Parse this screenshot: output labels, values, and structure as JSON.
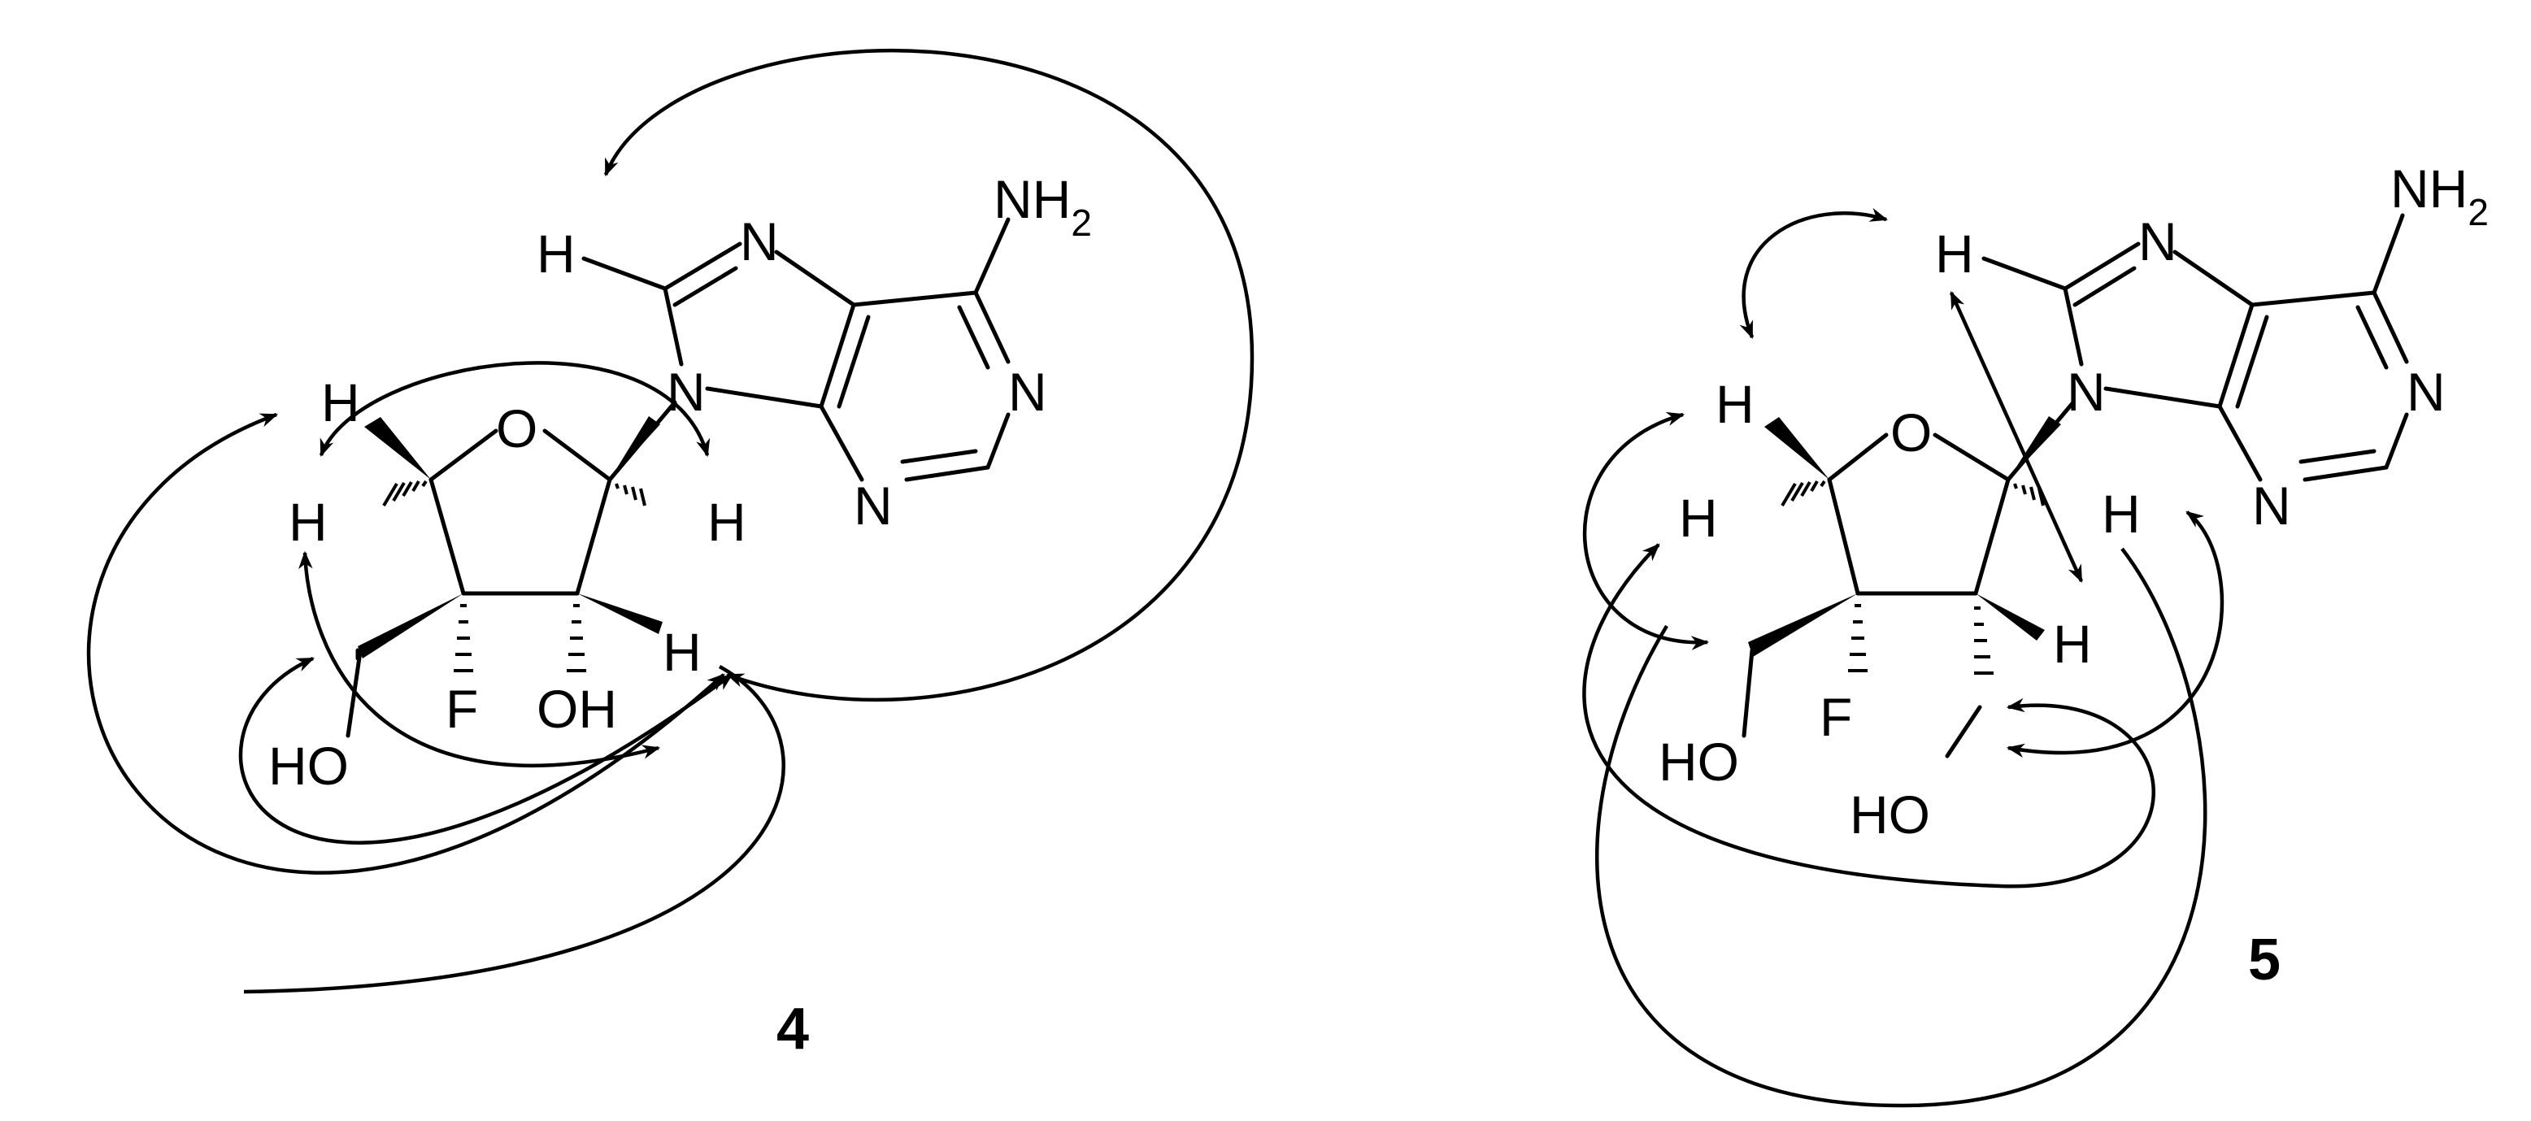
{
  "molecules": [
    {
      "id": "4",
      "label": "4",
      "atoms": {
        "o_ring": "O",
        "n9": "N",
        "n7": "N",
        "n1": "N",
        "n3": "N",
        "nh2": "NH",
        "nh2_sub": "2",
        "h8": "H",
        "h4p_top": "H",
        "h4p_left": "H",
        "h1p": "H",
        "h2p": "H",
        "f": "F",
        "oh2p": "OH",
        "ho5p": "HO"
      }
    },
    {
      "id": "5",
      "label": "5",
      "atoms": {
        "o_ring": "O",
        "n9": "N",
        "n7": "N",
        "n1": "N",
        "n3": "N",
        "nh2": "NH",
        "nh2_sub": "2",
        "h8": "H",
        "h4p_top": "H",
        "h4p_left": "H",
        "h1p": "H",
        "h2p": "H",
        "f": "F",
        "ho2p": "HO",
        "ho5p": "HO"
      }
    }
  ],
  "colors": {
    "ink": "#000000",
    "background": "#ffffff"
  }
}
